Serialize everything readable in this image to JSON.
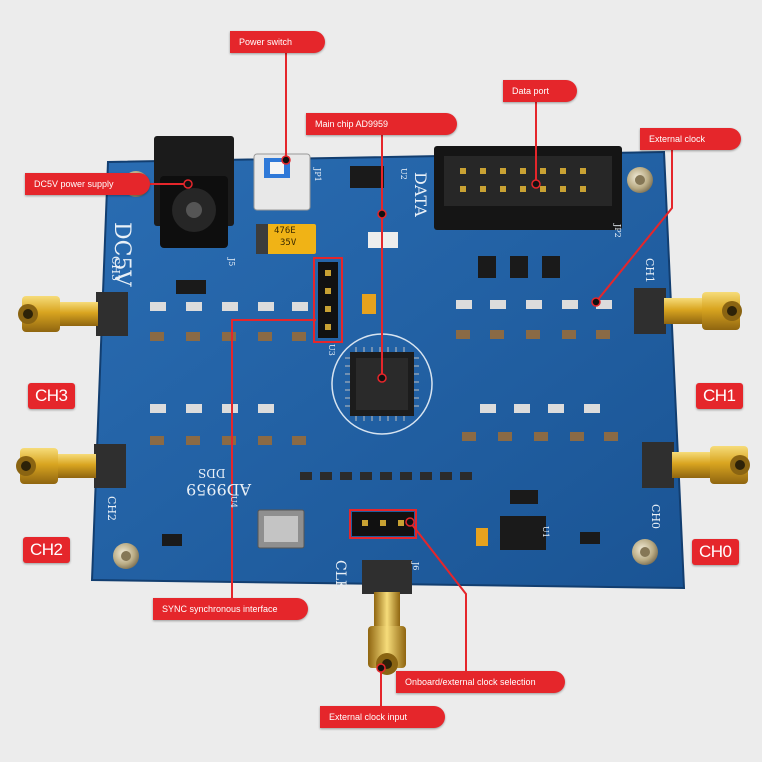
{
  "callouts": {
    "power_switch": "Power switch",
    "data_port": "Data port",
    "main_chip": "Main chip AD9959",
    "external_clock": "External clock",
    "dc5v_supply": "DC5V power supply",
    "sync_interface": "SYNC synchronous interface",
    "clock_selection": "Onboard/external clock selection",
    "external_clock_input": "External clock input"
  },
  "channels": {
    "ch0": "CH0",
    "ch1": "CH1",
    "ch2": "CH2",
    "ch3": "CH3"
  },
  "silkscreen": {
    "dc5v": "DC5V",
    "data": "DATA",
    "clk": "CLK",
    "board_name": "AD9959",
    "board_sub": "DDS",
    "ch0": "CH0",
    "ch1": "CH1",
    "ch2": "CH2",
    "ch3": "CH3",
    "jp1": "JP1",
    "jp2": "JP2",
    "u1": "U1",
    "u2": "U2",
    "u3": "U3",
    "u4": "U4",
    "j5": "J5",
    "j6": "J6",
    "capacitor_marking_1": "476E",
    "capacitor_marking_2": "35V"
  },
  "colors": {
    "pcb": "#1f5fa3",
    "callout": "#e5262b",
    "gold": "#d9a520"
  }
}
